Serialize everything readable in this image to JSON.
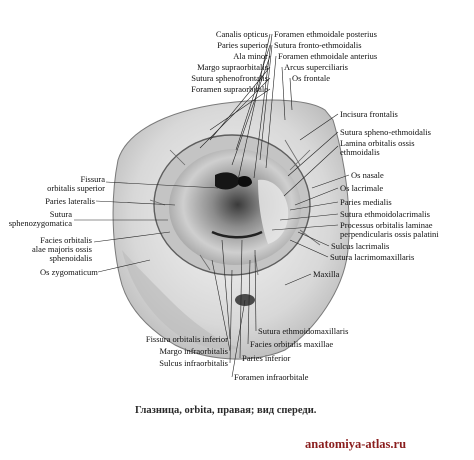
{
  "figure": {
    "caption": "Глазница, orbita, правая; вид спереди.",
    "watermark": "anatomiya-atlas.ru"
  },
  "labels": {
    "canalis_opticus": "Canalis opticus",
    "paries_superior": "Paries superior",
    "ala_minor": "Ala minor",
    "margo_supraorbitalis": "Margo supraorbitalis",
    "sutura_sphenofrontalis": "Sutura sphenofrontalis",
    "foramen_supraorbitale": "Foramen supraorbitale",
    "foramen_ethmoidale_posterius": "Foramen ethmoidale posterius",
    "sutura_frontoethmoidalis": "Sutura fronto-ethmoidalis",
    "foramen_ethmoidale_anterius": "Foramen ethmoidale anterius",
    "arcus_superciliaris": "Arcus superciliaris",
    "os_frontale": "Os frontale",
    "incisura_frontalis": "Incisura frontalis",
    "sutura_sphenoethmoidalis": "Sutura spheno-ethmoidalis",
    "lamina_orbitalis": "Lamina orbitalis ossis\nethmoidalis",
    "os_nasale": "Os nasale",
    "os_lacrimale": "Os lacrimale",
    "paries_medialis": "Paries medialis",
    "sutura_ethmoidolacrimalis": "Sutura ethmoidolacrimalis",
    "processus_orbitalis": "Processus orbitalis laminae\nperpendicularis ossis palatini",
    "sulcus_lacrimalis": "Sulcus lacrimalis",
    "sutura_lacrimomaxillaris": "Sutura lacrimomaxillaris",
    "maxilla": "Maxilla",
    "fissura_orbitalis_superior": "Fissura\norbitalis superior",
    "paries_lateralis": "Paries lateralis",
    "sutura_sphenozygomatica": "Sutura\nsphenozygomatica",
    "facies_orbitalis_alae": "Facies orbitalis\nalae majoris ossis\nsphenoidalis",
    "os_zygomaticum": "Os zygomaticum",
    "sutura_ethmoidomaxillaris": "Sutura ethmoidomaxillaris",
    "facies_orbitalis_maxillae": "Facies orbitalis maxillae",
    "paries_inferior": "Paries inferior",
    "foramen_infraorbitale": "Foramen infraorbitale",
    "fissura_orbitalis_inferior": "Fissura orbitalis inferior",
    "margo_infraorbitalis": "Margo infraorbitalis",
    "sulcus_infraorbitalis": "Sulcus infraorbitalis"
  }
}
